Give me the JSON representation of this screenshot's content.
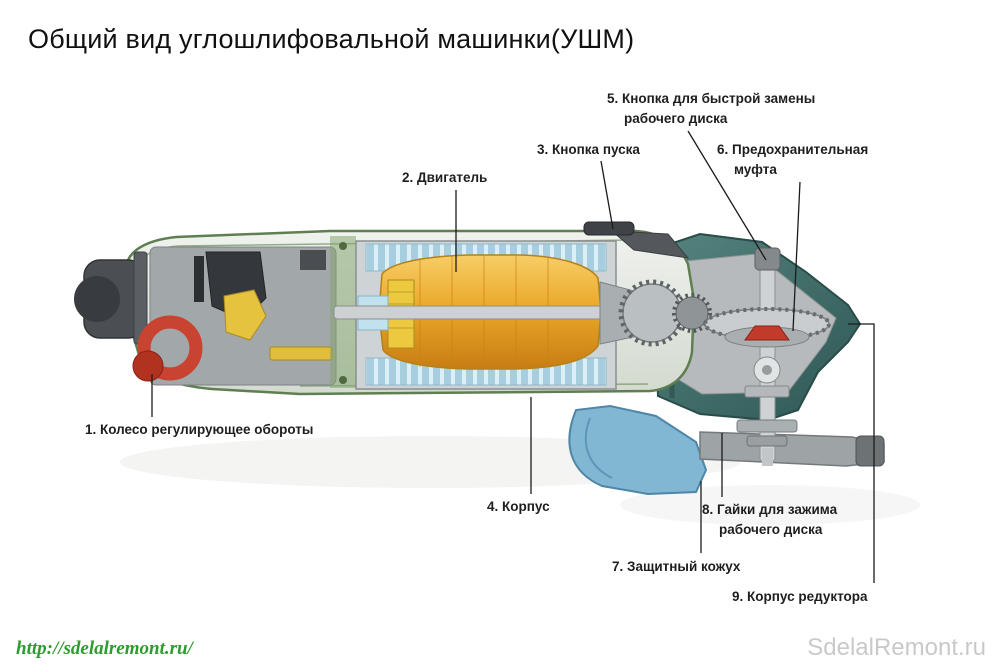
{
  "page": {
    "title": "Общий вид углошлифовальной машинки(УШМ)",
    "source_link": "http://sdelalremont.ru/",
    "watermark": "SdelalRemont.ru"
  },
  "colors": {
    "title_text": "#111111",
    "label_text": "#1e1e1e",
    "link_green": "#2d9b2d",
    "watermark_gray": "#c0c0c0",
    "body_green": "#5f7f52",
    "motor_orange": "#eca92b",
    "winding_blue": "#a7cede",
    "gear_housing_teal": "#3e706c",
    "speed_wheel_red": "#c94331",
    "guard_blue": "#82b7d3"
  },
  "diagram": {
    "type": "labeled-diagram",
    "subject": "angle-grinder-cutaway",
    "labels": [
      {
        "id": 1,
        "text": "1. Колесо регулирующее обороты"
      },
      {
        "id": 2,
        "text": "2. Двигатель"
      },
      {
        "id": 3,
        "text": "3. Кнопка пуска"
      },
      {
        "id": 4,
        "text": "4. Корпус"
      },
      {
        "id": 5,
        "text": "5. Кнопка для быстрой замены\nрабочего диска"
      },
      {
        "id": 6,
        "text": "6. Предохранительная\nмуфта"
      },
      {
        "id": 7,
        "text": "7. Защитный кожух"
      },
      {
        "id": 8,
        "text": "8. Гайки для зажима\nрабочего диска"
      },
      {
        "id": 9,
        "text": "9. Корпус редуктора"
      }
    ]
  }
}
